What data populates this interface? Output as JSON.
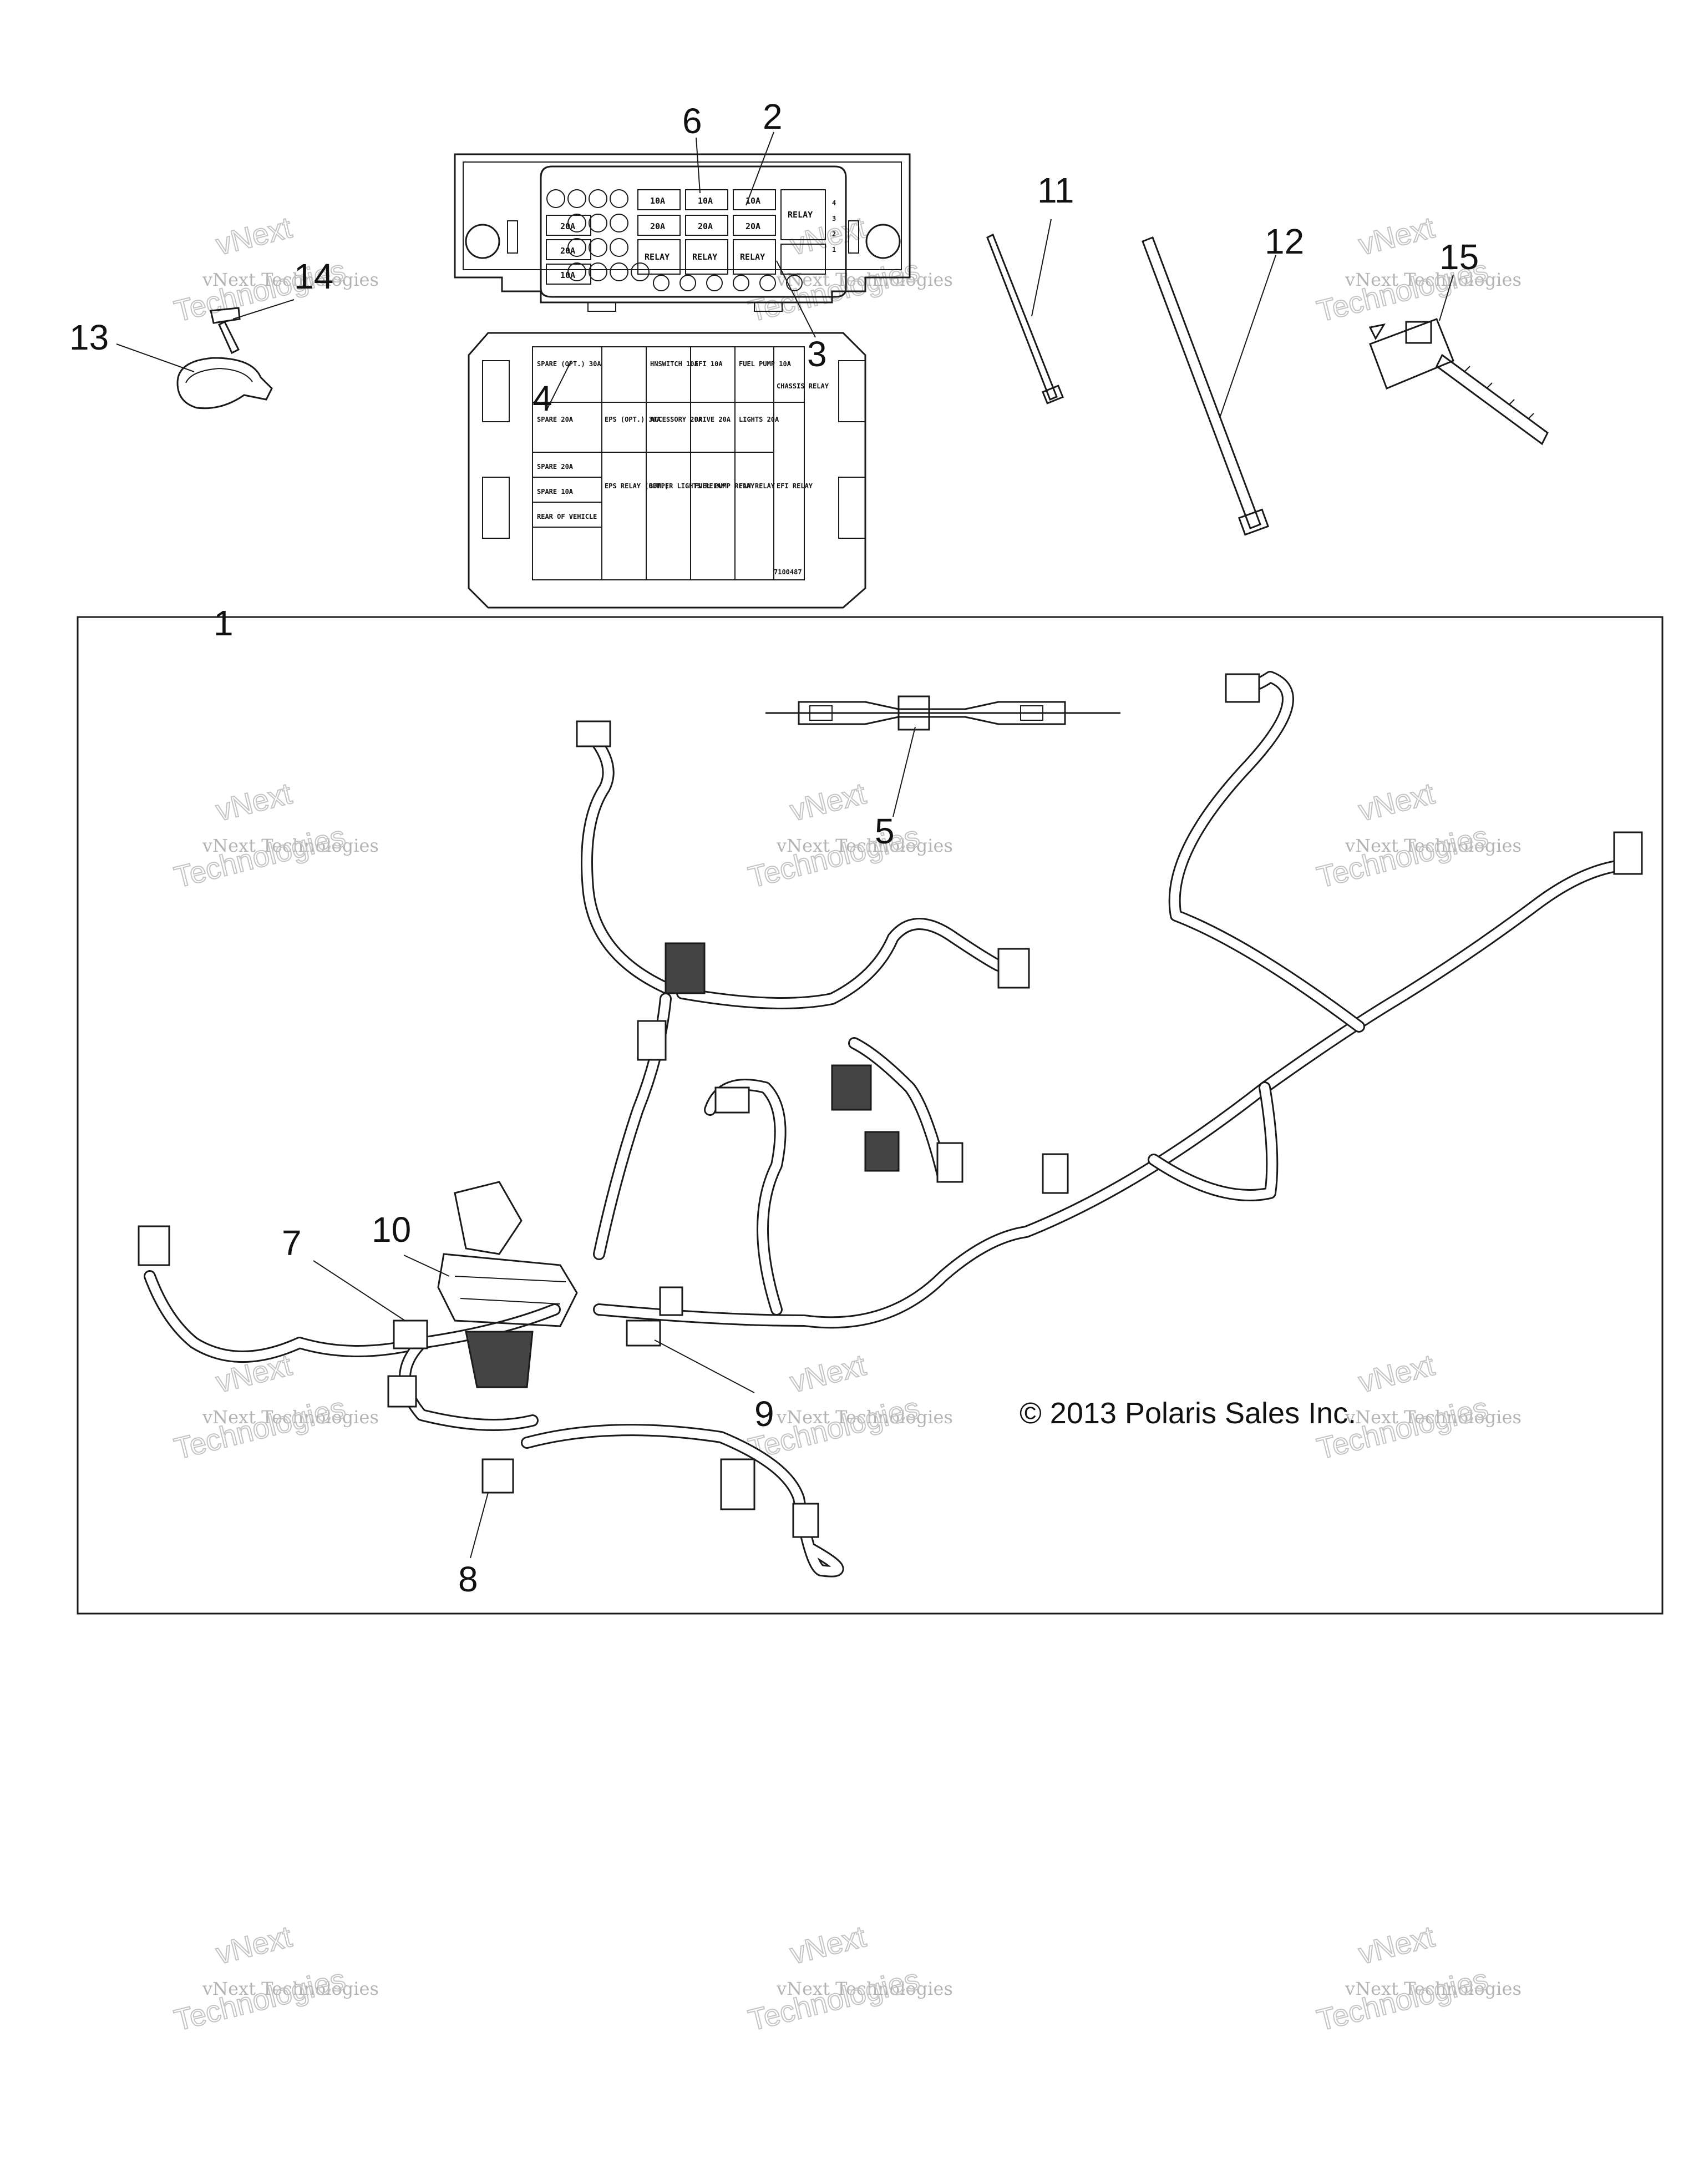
{
  "callouts": [
    {
      "id": "c1",
      "text": "1"
    },
    {
      "id": "c2",
      "text": "2"
    },
    {
      "id": "c3",
      "text": "3"
    },
    {
      "id": "c4",
      "text": "4"
    },
    {
      "id": "c5",
      "text": "5"
    },
    {
      "id": "c6",
      "text": "6"
    },
    {
      "id": "c7",
      "text": "7"
    },
    {
      "id": "c8",
      "text": "8"
    },
    {
      "id": "c9",
      "text": "9"
    },
    {
      "id": "c10",
      "text": "10"
    },
    {
      "id": "c11",
      "text": "11"
    },
    {
      "id": "c12",
      "text": "12"
    },
    {
      "id": "c13",
      "text": "13"
    },
    {
      "id": "c14",
      "text": "14"
    },
    {
      "id": "c15",
      "text": "15"
    }
  ],
  "fuse_box": {
    "row1": [
      "10A",
      "10A",
      "10A"
    ],
    "row2": [
      "20A",
      "20A",
      "20A",
      "20A"
    ],
    "row3": [
      "20A",
      "RELAY",
      "RELAY",
      "RELAY"
    ],
    "row4": [
      "10A"
    ],
    "relay": "RELAY",
    "side_marks": [
      "4",
      "3",
      "2",
      "1"
    ]
  },
  "fuse_label": {
    "cells": [
      "SPARE (OPT.) 30A",
      "HNSWITCH 10A",
      "EFI 10A",
      "FUEL PUMP 10A",
      "SPARE 20A",
      "EPS (OPT.) 30A",
      "ACCESSORY 20A",
      "DRIVE 20A",
      "LIGHTS 20A",
      "CHASSIS RELAY",
      "SPARE 20A",
      "SPARE 10A",
      "REAR OF VEHICLE",
      "EPS RELAY (OPT.)",
      "BUMPER LIGHTS RELAY",
      "FUEL PUMP RELAY",
      "FAN RELAY",
      "EFI RELAY"
    ],
    "part_no": "7100487"
  },
  "watermark": {
    "line1": "vNext",
    "line2": "vNext Technologies",
    "line3": "Technologies"
  },
  "copyright": "© 2013 Polaris Sales Inc."
}
